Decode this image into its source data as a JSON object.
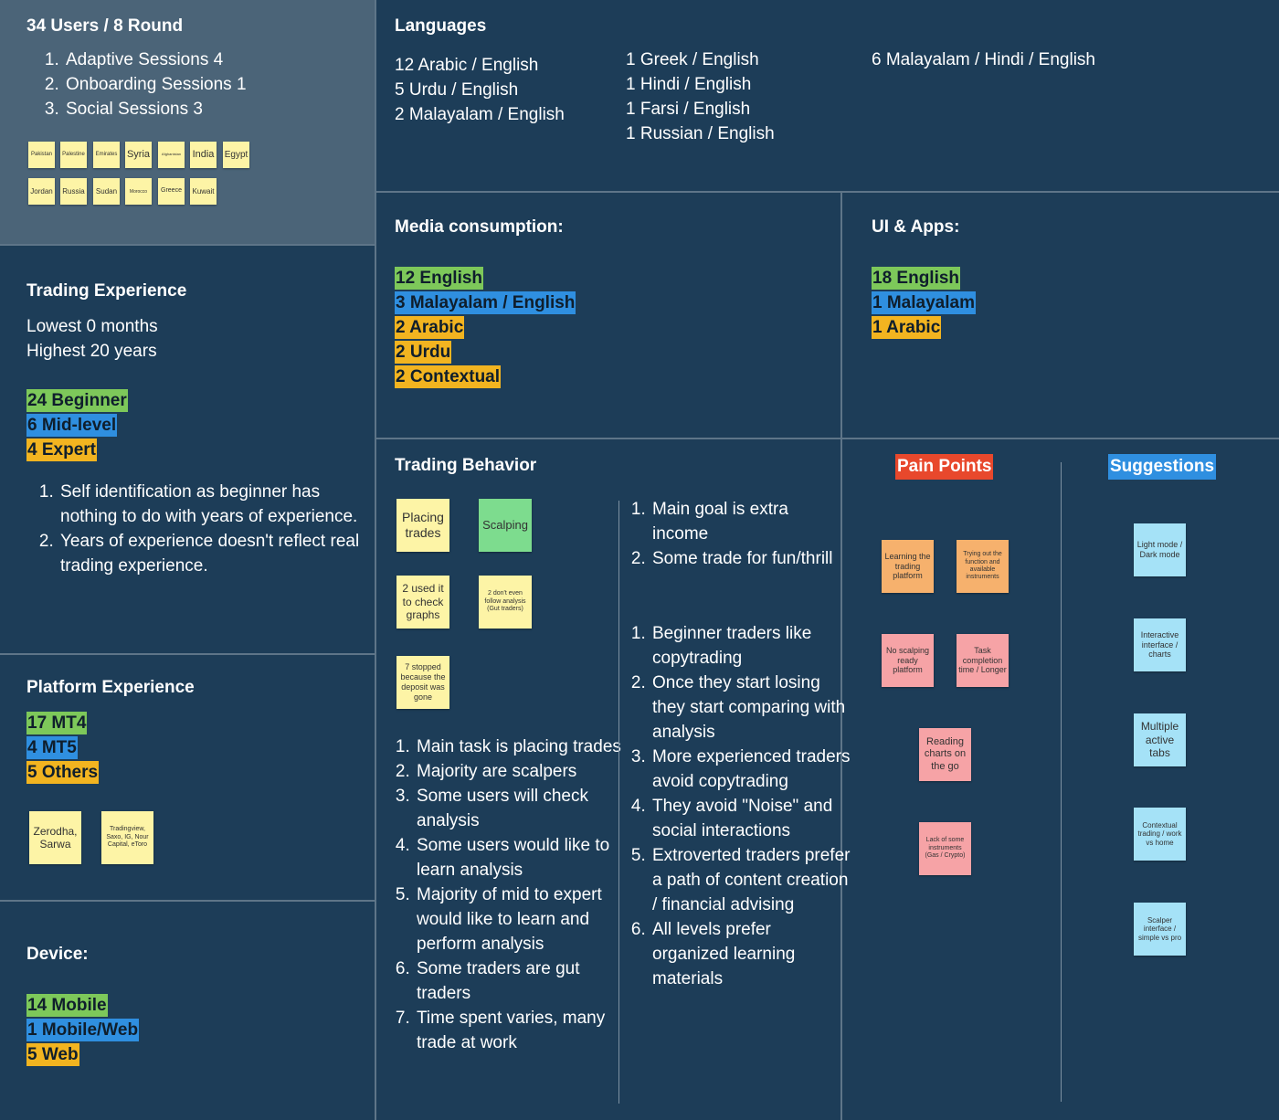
{
  "users": {
    "title": "34 Users / 8 Round",
    "sessions": [
      "Adaptive Sessions 4",
      "Onboarding Sessions 1",
      "Social Sessions 3"
    ],
    "countries_row1": [
      "Pakistan",
      "Palestine",
      "Emirates",
      "Syria",
      "Afghanistan",
      "India",
      "Egypt"
    ],
    "countries_row2": [
      "Jordan",
      "Russia",
      "Sudan",
      "Morocco",
      "Greece",
      "Kuwait"
    ]
  },
  "languages": {
    "title": "Languages",
    "col1": [
      "12 Arabic / English",
      "5 Urdu / English",
      "2 Malayalam / English"
    ],
    "col2": [
      "1 Greek / English",
      "1 Hindi / English",
      "1 Farsi / English",
      "1 Russian / English"
    ],
    "col3": [
      "6 Malayalam / Hindi / English"
    ]
  },
  "trading_experience": {
    "title": "Trading Experience",
    "lowest": "Lowest 0 months",
    "highest": "Highest 20 years",
    "levels": [
      "24 Beginner",
      "6 Mid-level",
      "4 Expert"
    ],
    "notes": [
      "Self identification as beginner has nothing to do with years of experience.",
      "Years of experience doesn't reflect real trading experience."
    ]
  },
  "media": {
    "title": "Media consumption:",
    "items": [
      "12 English",
      "3 Malayalam / English",
      "2 Arabic",
      "2 Urdu",
      "2 Contextual"
    ]
  },
  "ui_apps": {
    "title": "UI & Apps:",
    "items": [
      "18 English",
      "1 Malayalam",
      "1 Arabic"
    ]
  },
  "platform": {
    "title": "Platform Experience",
    "items": [
      "17 MT4",
      "4 MT5",
      "5 Others"
    ],
    "note1": "Zerodha, Sarwa",
    "note2": "Tradingview, Saxo, IG, Nour Capital, eToro"
  },
  "device": {
    "title": "Device:",
    "items": [
      "14 Mobile",
      "1 Mobile/Web",
      "5 Web"
    ]
  },
  "behavior": {
    "title": "Trading Behavior",
    "sticky": [
      "Placing trades",
      "Scalping",
      "2 used it to check graphs",
      "2 don't even follow analysis (Gut traders)",
      "7 stopped because the deposit was gone"
    ],
    "list_left": [
      "Main task is placing trades",
      "Majority are scalpers",
      "Some users will check analysis",
      "Some users would like to learn analysis",
      "Majority of mid to expert would like to learn and perform analysis",
      "Some traders are gut traders",
      "Time spent varies, many trade at work"
    ],
    "list_right_a": [
      "Main goal is extra income",
      "Some trade for fun/thrill"
    ],
    "list_right_b": [
      "Beginner traders like copytrading",
      "Once they start losing they start comparing with analysis",
      "More experienced traders avoid copytrading",
      "They avoid \"Noise\" and social interactions",
      "Extroverted traders prefer a path of content creation / financial advising",
      "All levels prefer organized learning materials"
    ]
  },
  "pain_points": {
    "title": "Pain Points",
    "color": "#e8482c",
    "items": [
      "Learning the trading platform",
      "Trying out the function and available instruments",
      "No scalping ready platform",
      "Task completion time / Longer",
      "Reading charts on the go",
      "Lack of some instruments (Gas / Crypto)"
    ]
  },
  "suggestions": {
    "title": "Suggestions",
    "color": "#2f8fe0",
    "items": [
      "Light mode / Dark mode",
      "Interactive interface / charts",
      "Multiple active tabs",
      "Contextual trading / work vs home",
      "Scalper interface / simple vs pro"
    ]
  }
}
